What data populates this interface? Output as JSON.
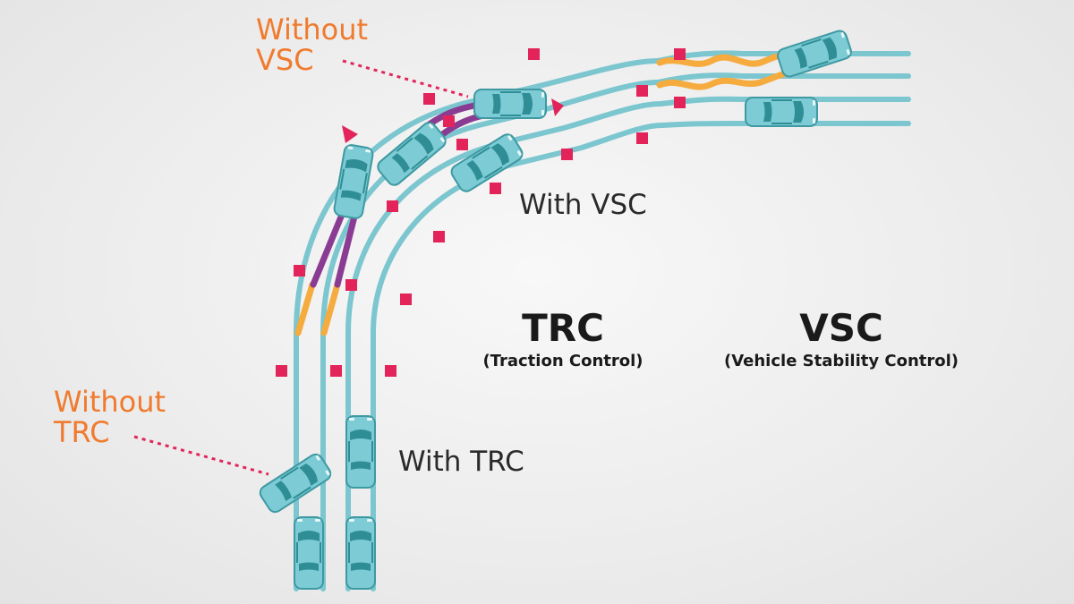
{
  "labels": {
    "without_vsc": "Without\nVSC",
    "with_vsc": "With VSC",
    "without_trc": "Without\nTRC",
    "with_trc": "With TRC"
  },
  "systems": {
    "trc": {
      "name": "TRC",
      "description": "(Traction Control)"
    },
    "vsc": {
      "name": "VSC",
      "description": "(Vehicle Stability Control)"
    }
  },
  "colors": {
    "track": "#7cc6cf",
    "car_body": "#7ccbd5",
    "car_glass": "#2f8e95",
    "car_outline": "#3e99a2",
    "wheel_slip_orange": "#f5ab3e",
    "skid_purple": "#8a3c93",
    "marker_red": "#e2245a",
    "label_orange": "#f07a2d",
    "text_dark": "#1a1a1a",
    "background": "#efefef"
  },
  "icons": [
    "car-icon",
    "direction-arrow-icon",
    "cone-marker-icon"
  ]
}
